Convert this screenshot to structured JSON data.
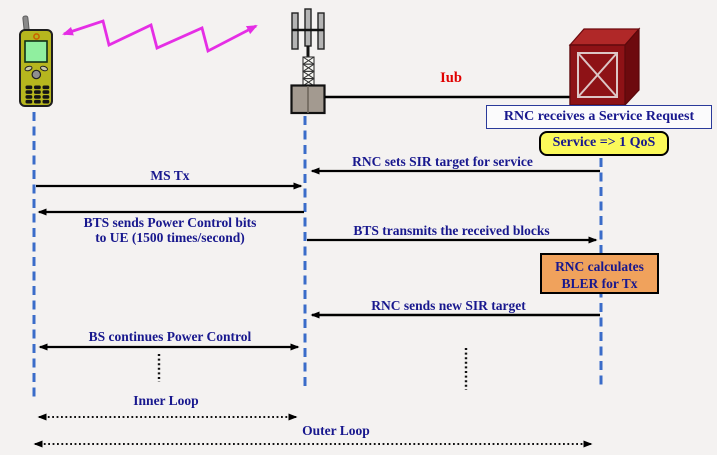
{
  "diagram": {
    "title_hint": "WCDMA power control sequence",
    "actors": [
      {
        "id": "ms",
        "icon": "mobile-phone-icon"
      },
      {
        "id": "bts",
        "icon": "bts-antenna-icon"
      },
      {
        "id": "rnc",
        "icon": "rnc-node-icon"
      }
    ],
    "link_label": "Iub",
    "notes": {
      "rnc_receives": "RNC receives a Service Request",
      "service_qos": "Service => 1 QoS",
      "rnc_calculates": "RNC calculates\nBLER for Tx"
    },
    "messages": {
      "rnc_sets_sir": "RNC sets SIR target for service",
      "ms_tx": "MS Tx",
      "bts_power_bits": "BTS sends Power Control bits\nto UE (1500 times/second)",
      "bts_transmits": "BTS transmits the received blocks",
      "rnc_sends_sir": "RNC sends new SIR target",
      "bs_continues": "BS continues Power Control"
    },
    "loops": {
      "inner": "Inner Loop",
      "outer": "Outer Loop"
    },
    "colors": {
      "label_text": "#18188e",
      "iub_red": "#e00000",
      "lifeline_blue": "#3a6cc9",
      "magenta": "#e52ee5",
      "yellow_note_bg": "#fbf95a",
      "orange_note_bg": "#f0a25c",
      "background": "#f4f2f1"
    }
  }
}
